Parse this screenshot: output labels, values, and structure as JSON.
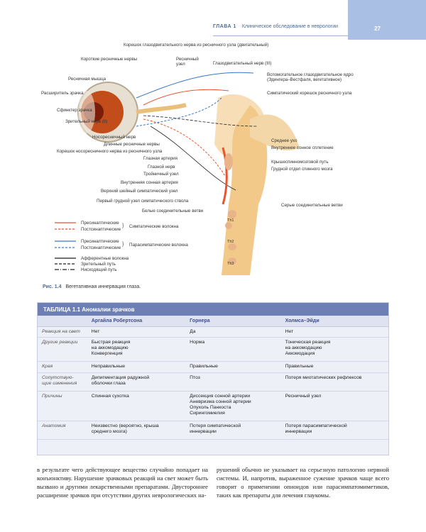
{
  "header": {
    "chapter": "ГЛАВА 1",
    "title": "Клиническое обследование в неврологии",
    "page_number": "27"
  },
  "figure": {
    "labels_top": [
      "Корешок глазодвигательного нерва из ресничного узла (двигательный)",
      "Короткие ресничные нервы",
      "Ресничный узел",
      "Глазодвигательный нерв (III)",
      "Ресничная мышца",
      "Вспомогательное глазодвигательное ядро (Эдингера–Вестфаля, вегетативное)",
      "Расширитель зрачка",
      "Симпатический корешок ресничного узла",
      "Сфинктер зрачка",
      "Зрительный нерв (II)",
      "Носоресничный нерв",
      "Длинные ресничные нервы",
      "Корешок носоресничного нерва из ресничного узла",
      "Глазная артерия",
      "Глазной нерв",
      "Тройничный узел",
      "Внутренняя сонная артерия",
      "Верхний шейный симпатический узел",
      "Первый грудной узел симпатического ствола",
      "Белые соединительные ветви",
      "Среднее ухо",
      "Внутреннее сонное сплетение",
      "Крышеспинномозговой путь",
      "Грудной отдел спинного мозга",
      "Серые соединительные ветви",
      "Th1",
      "Th2",
      "Th3"
    ],
    "legend": [
      {
        "label": "Пресинаптические",
        "style": "solid",
        "color": "#e8542c"
      },
      {
        "label": "Постсинаптические",
        "style": "dashed",
        "color": "#e8542c"
      },
      {
        "label": "Пресинаптические",
        "style": "solid",
        "color": "#3a79c8"
      },
      {
        "label": "Постсинаптические",
        "style": "dashed",
        "color": "#3a79c8"
      },
      {
        "label": "Афферентные волокна",
        "style": "solid",
        "color": "#222222"
      },
      {
        "label": "Зрительный путь",
        "style": "dashed",
        "color": "#222222"
      },
      {
        "label": "Нисходящий путь",
        "style": "dashdot",
        "color": "#222222"
      }
    ],
    "legend_groups": [
      "Симпатические волокна",
      "Парасимпатические волокна"
    ],
    "caption_number": "Рис. 1.4",
    "caption_text": "Вегетативная иннервация глаза."
  },
  "table": {
    "title": "ТАБЛИЦА 1.1 Аномалии зрачков",
    "columns": [
      "",
      "Аргайла Робертсона",
      "Горнера",
      "Холмса–Эйди"
    ],
    "rows": [
      {
        "label": "Реакция на свет",
        "c1": "Нет",
        "c2": "Да",
        "c3": "Нет"
      },
      {
        "label": "Другие реакции",
        "c1": "Быстрая реакция\nна аккомодацию\nКонвергенция",
        "c2": "Норма",
        "c3": "Тоническая реакция\nна аккомодацию\nАккомодация"
      },
      {
        "label": "Края",
        "c1": "Неправильные",
        "c2": "Правильные",
        "c3": "Правильные"
      },
      {
        "label": "Сопутствую-\nщие изменения",
        "c1": "Депигментация радужной\nоболочки глаза",
        "c2": "Птоз",
        "c3": "Потеря миотатических рефлексов"
      },
      {
        "label": "Причины",
        "c1": "Спинная сухотка",
        "c2": "Диссекция сонной артерии\nАневризма сонной артерии\nОпухоль Панкоста\nСирингомиелия",
        "c3": "Ресничный узел"
      },
      {
        "label": "Анатомия",
        "c1": "Неизвестно (вероятно, крыша\nсреднего мозга)",
        "c2": "Потеря симпатической\nиннервации",
        "c3": "Потеря парасимпатической\nиннервации"
      }
    ]
  },
  "body": {
    "left": "в результате чего действующее вещество случайно попадает на конъюнктиву. Нарушение зрачковых реакций на свет может быть вызвано и другими лекарственными препаратами. Двустороннее расширение зрачков при отсутствии других неврологических на-",
    "right": "рушений обычно не указывает на серьезную патологию нервной системы. И, напротив, выраженное сужение зрачков чаще всего говорит о применении опиоидов или парасимпатомиметиков, таких как препараты для лечения глаукомы."
  }
}
